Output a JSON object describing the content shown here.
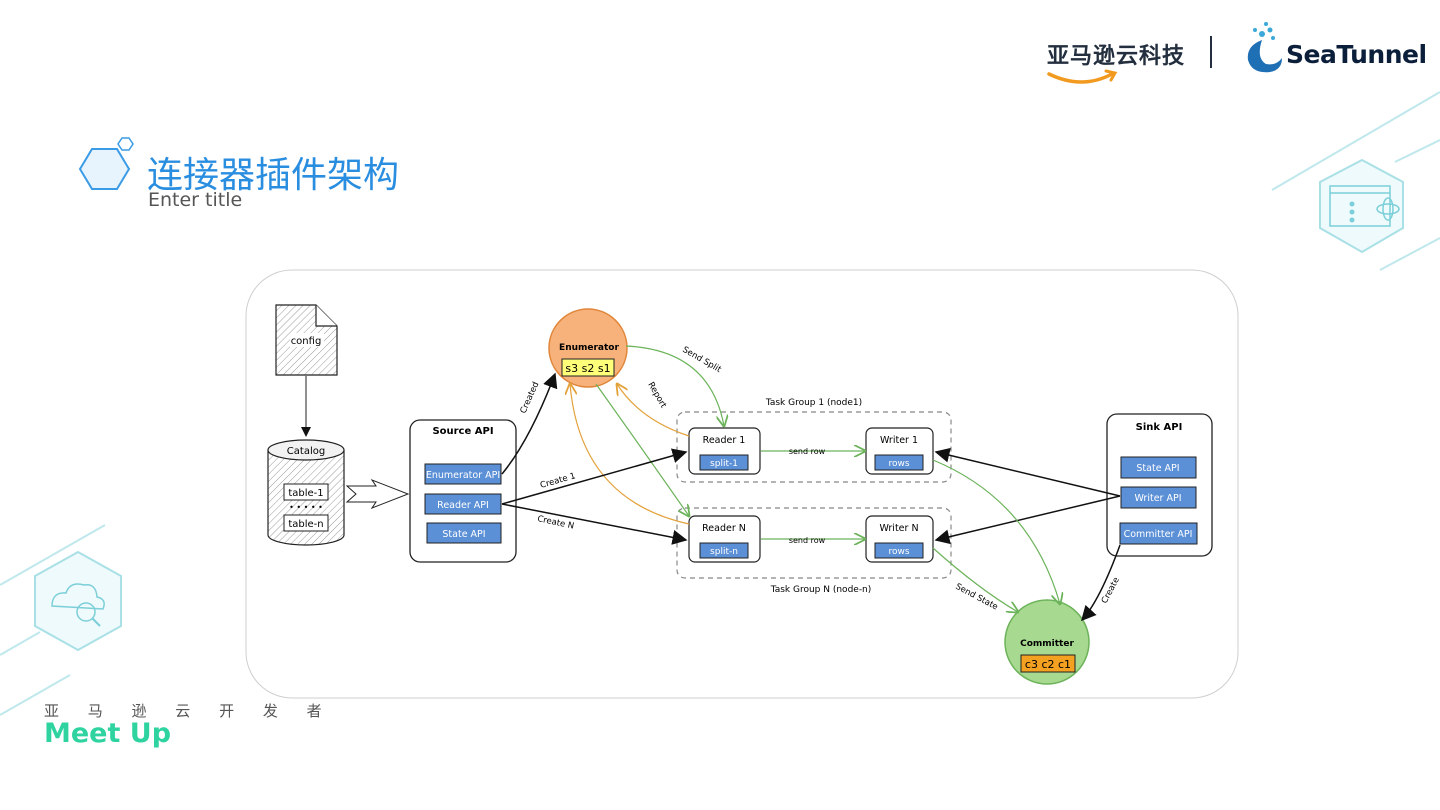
{
  "header": {
    "aws_brand": "亚马逊云科技",
    "seatunnel_brand": "SeaTunnel"
  },
  "slide": {
    "title": "连接器插件架构",
    "subtitle": "Enter title"
  },
  "footer": {
    "cn_text": "亚 马 逊 云 开 发 者",
    "meetup": "Meet Up"
  },
  "diagram": {
    "config": "config",
    "catalog": {
      "label": "Catalog",
      "table_first": "table-1",
      "dots": "• • • • •",
      "table_last": "table-n"
    },
    "source": {
      "title": "Source   API",
      "enumerator_api": "Enumerator API",
      "reader_api": "Reader API",
      "state_api": "State API"
    },
    "enumerator": {
      "title": "Enumerator",
      "splits": "s3  s2  s1"
    },
    "task_group_1": {
      "label": "Task Group 1 (node1)",
      "reader": "Reader 1",
      "split": "split-1",
      "writer": "Writer 1",
      "rows": "rows",
      "edge": "send row"
    },
    "task_group_n": {
      "label": "Task Group N (node-n)",
      "reader": "Reader N",
      "split": "split-n",
      "writer": "Writer N",
      "rows": "rows",
      "edge": "send row"
    },
    "sink": {
      "title": "Sink   API",
      "state_api": "State API",
      "writer_api": "Writer API",
      "committer_api": "Committer API"
    },
    "committer": {
      "title": "Committer",
      "commits": "c3  c2  c1"
    },
    "edges": {
      "created": "Created",
      "send_split": "Send Split",
      "report": "Report",
      "create_1": "Create 1",
      "create_n": "Create N",
      "send_state": "Send State",
      "create": "Create"
    }
  }
}
